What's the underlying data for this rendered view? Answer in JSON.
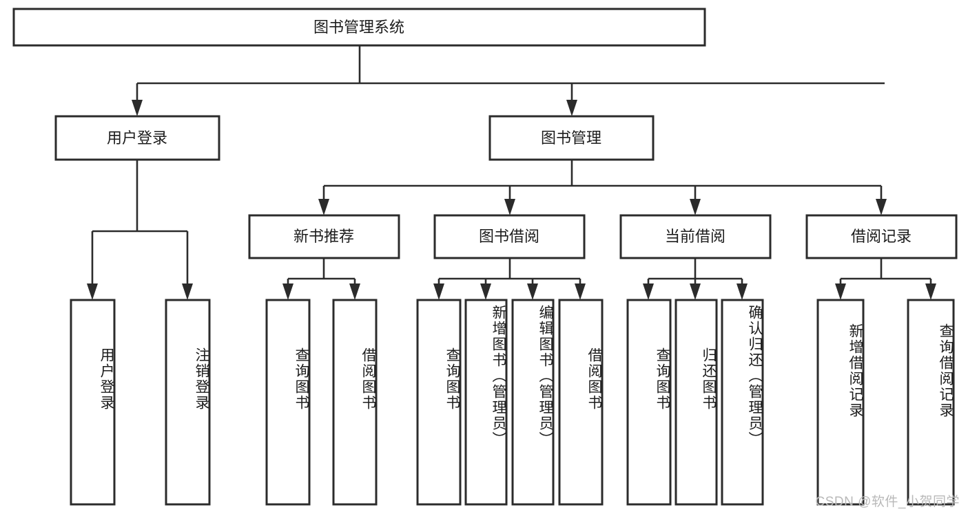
{
  "diagram": {
    "type": "tree-hierarchy",
    "title": "图书管理系统",
    "orientation": "top-down",
    "watermark": "CSDN @软件_小贺同学",
    "colors": {
      "background": "#ffffff",
      "box_fill": "#ffffff",
      "box_stroke": "#2b2b2b",
      "connector": "#2b2b2b",
      "text": "#1c1c1c",
      "watermark": "#b9b9b9"
    },
    "levels": {
      "level1": [
        "图书管理系统"
      ],
      "level2": [
        "用户登录",
        "图书管理"
      ],
      "level3": [
        "新书推荐",
        "图书借阅",
        "当前借阅",
        "借阅记录"
      ],
      "level4": [
        "用户登录",
        "注销登录",
        "查询图书",
        "借阅图书",
        "查询图书",
        "新增图书（管理员）",
        "编辑图书（管理员）",
        "借阅图书",
        "查询图书",
        "归还图书",
        "确认归还（管理员）",
        "新增借阅记录",
        "查询借阅记录"
      ]
    },
    "nodes": {
      "root": {
        "label": "图书管理系统"
      },
      "user_login": {
        "label": "用户登录"
      },
      "book_manage": {
        "label": "图书管理"
      },
      "new_book_rec": {
        "label": "新书推荐"
      },
      "book_borrow": {
        "label": "图书借阅"
      },
      "current_borrow": {
        "label": "当前借阅"
      },
      "borrow_record": {
        "label": "借阅记录"
      },
      "leaf_user_login": {
        "label": "用户登录"
      },
      "leaf_logout": {
        "label": "注销登录"
      },
      "leaf_query_book_1": {
        "label": "查询图书"
      },
      "leaf_borrow_book_1": {
        "label": "借阅图书"
      },
      "leaf_query_book_2": {
        "label": "查询图书"
      },
      "leaf_add_book": {
        "label": "新增图书（管理员）"
      },
      "leaf_edit_book": {
        "label": "编辑图书（管理员）"
      },
      "leaf_borrow_book_2": {
        "label": "借阅图书"
      },
      "leaf_query_book_3": {
        "label": "查询图书"
      },
      "leaf_return_book": {
        "label": "归还图书"
      },
      "leaf_confirm_return": {
        "label": "确认归还（管理员）"
      },
      "leaf_add_record": {
        "label": "新增借阅记录"
      },
      "leaf_query_record": {
        "label": "查询借阅记录"
      }
    }
  }
}
